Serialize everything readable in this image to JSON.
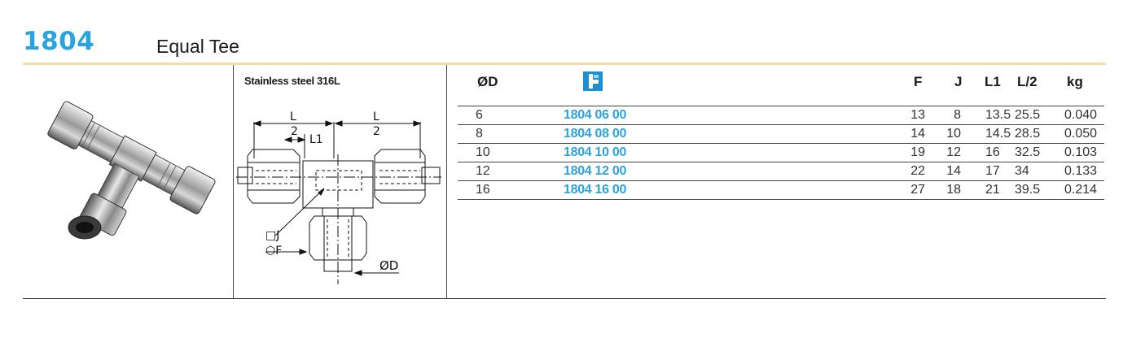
{
  "header": {
    "code": "1804",
    "title": "Equal Tee"
  },
  "material_label": "Stainless steel 316L",
  "drawing_labels": {
    "l_top_left": "L",
    "l_bottom_left": "2",
    "l_top_right": "L",
    "l_bottom_right": "2",
    "l1": "L1",
    "j": "□J",
    "f": "⬡F",
    "d": "ØD"
  },
  "table": {
    "headers": {
      "d": "ØD",
      "logo": "reference-logo-icon",
      "f": "F",
      "j": "J",
      "l1": "L1",
      "l2": "L/2",
      "kg": "kg"
    },
    "rows": [
      {
        "d": "6",
        "ref": "1804 06 00",
        "f": "13",
        "j": "8",
        "l1": "13.5",
        "l2": "25.5",
        "kg": "0.040"
      },
      {
        "d": "8",
        "ref": "1804 08 00",
        "f": "14",
        "j": "10",
        "l1": "14.5",
        "l2": "28.5",
        "kg": "0.050"
      },
      {
        "d": "10",
        "ref": "1804 10 00",
        "f": "19",
        "j": "12",
        "l1": "16",
        "l2": "32.5",
        "kg": "0.103"
      },
      {
        "d": "12",
        "ref": "1804 12 00",
        "f": "22",
        "j": "14",
        "l1": "17",
        "l2": "34",
        "kg": "0.133"
      },
      {
        "d": "16",
        "ref": "1804 16 00",
        "f": "27",
        "j": "18",
        "l1": "21",
        "l2": "39.5",
        "kg": "0.214"
      }
    ]
  },
  "colors": {
    "accent": "#2aa4dc",
    "rule": "#f4dca5"
  }
}
